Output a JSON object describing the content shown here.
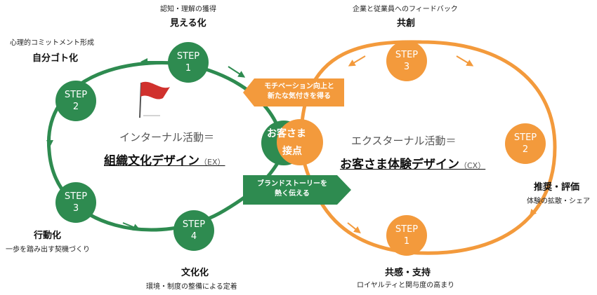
{
  "ex_loop": {
    "caption": "インターナル活動＝",
    "title": "組織文化デザイン",
    "suffix": "（EX）",
    "steps": [
      {
        "step": "STEP",
        "num": "1",
        "title": "見える化",
        "sub": "認知・理解の獲得"
      },
      {
        "step": "STEP",
        "num": "2",
        "title": "自分ゴト化",
        "sub": "心理的コミットメント形成"
      },
      {
        "step": "STEP",
        "num": "3",
        "title": "行動化",
        "sub": "一歩を踏み出す契機づくり"
      },
      {
        "step": "STEP",
        "num": "4",
        "title": "文化化",
        "sub": "環境・制度の整備による定着"
      }
    ]
  },
  "cx_loop": {
    "caption": "エクスターナル活動＝",
    "title": "お客さま体験デザイン",
    "suffix": "（CX）",
    "steps": [
      {
        "step": "STEP",
        "num": "1",
        "title": "共感・支持",
        "sub": "ロイヤルティと関与度の高まり"
      },
      {
        "step": "STEP",
        "num": "2",
        "title": "推奨・評価",
        "sub": "体験の拡散・シェア"
      },
      {
        "step": "STEP",
        "num": "3",
        "title": "共創",
        "sub": "企業と従業員へのフィードバック"
      }
    ]
  },
  "center": {
    "line1": "お客さま",
    "line2": "接点"
  },
  "arrows": {
    "top_line1": "モチベーション向上と",
    "top_line2": "新たな気付きを得る",
    "bottom_line1": "ブランドストーリーを",
    "bottom_line2": "熱く伝える"
  },
  "colors": {
    "green": "#2e8b50",
    "orange": "#f39a3c",
    "flag": "#d0312d"
  }
}
